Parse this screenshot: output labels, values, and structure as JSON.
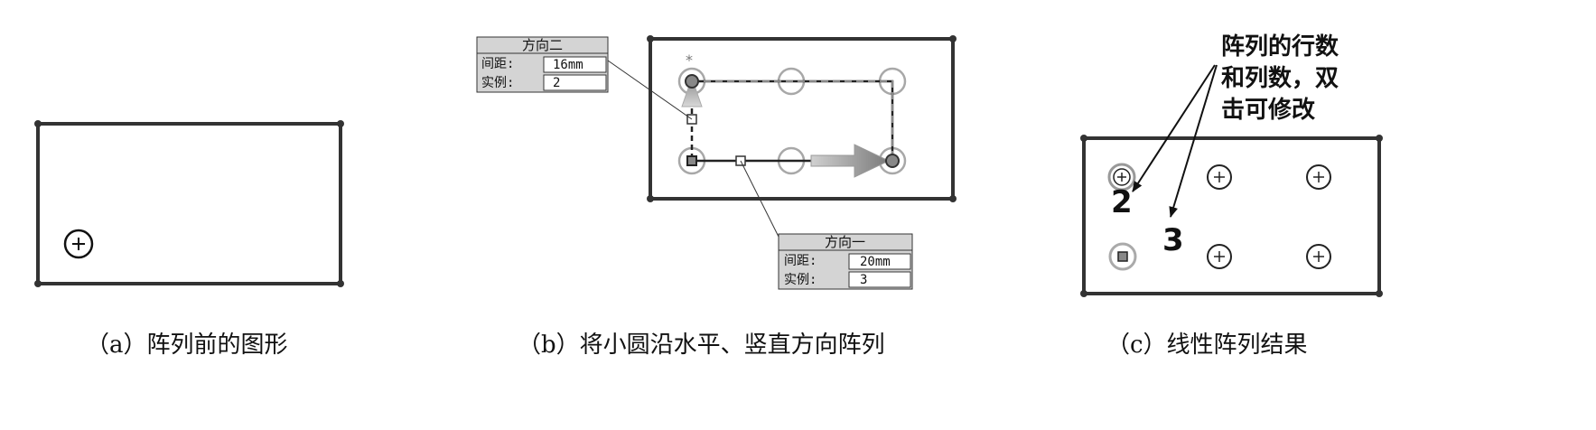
{
  "panel_a": {
    "caption": "（a）阵列前的图形"
  },
  "panel_b": {
    "caption": "（b）将小圆沿水平、竖直方向阵列",
    "direction2_box": {
      "title": "方向二",
      "spacing_label": "间距:",
      "spacing_value": "16mm",
      "instances_label": "实例:",
      "instances_value": "2"
    },
    "direction1_box": {
      "title": "方向一",
      "spacing_label": "间距:",
      "spacing_value": "20mm",
      "instances_label": "实例:",
      "instances_value": "3"
    }
  },
  "panel_c": {
    "caption": "（c）线性阵列结果",
    "annotation_lines": [
      "阵列的行数",
      "和列数，双",
      "击可修改"
    ],
    "rows_count": "2",
    "cols_count": "3"
  }
}
